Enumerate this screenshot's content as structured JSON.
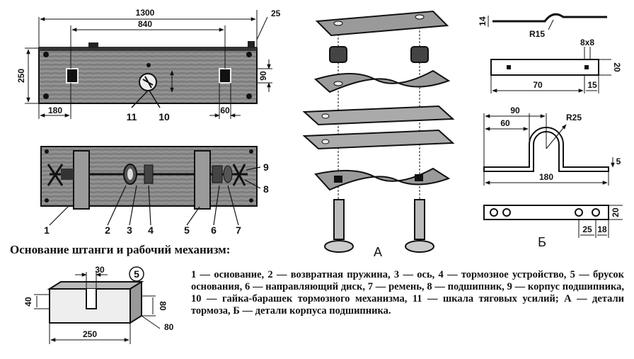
{
  "caption": "Основание штанги и рабочий механизм:",
  "legend": "1 — основание, 2 — возвратная пружина, 3 — ось, 4 — тормозное устройство, 5 — брусок основания, 6 — направляющий диск, 7 — ремень, 8 — подшипник, 9 — корпус подшипника, 10 — гайка-барашек тормозного механизма, 11 — шкала тяговых усилий; А — детали тормоза, Б — детали корпуса подшипника.",
  "base_dims": {
    "d1300": "1300",
    "d840": "840",
    "d25": "25",
    "d250": "250",
    "d90": "90",
    "d180": "180",
    "d60": "60",
    "n11": "11",
    "n10": "10"
  },
  "mech_numbers": [
    "1",
    "2",
    "3",
    "4",
    "5",
    "6",
    "7",
    "8",
    "9"
  ],
  "brake_label": "А",
  "bearing_label": "Б",
  "bearing_dims": {
    "d14": "14",
    "r15": "R15",
    "d8x8": "8x8",
    "d20a": "20",
    "d70": "70",
    "d15": "15",
    "d90": "90",
    "r25": "R25",
    "d60": "60",
    "d5": "5",
    "d180": "180",
    "d20b": "20",
    "d25": "25",
    "d18": "18"
  },
  "block": {
    "number": "5",
    "d30": "30",
    "d40": "40",
    "d80a": "80",
    "d80b": "80",
    "d250": "250"
  }
}
